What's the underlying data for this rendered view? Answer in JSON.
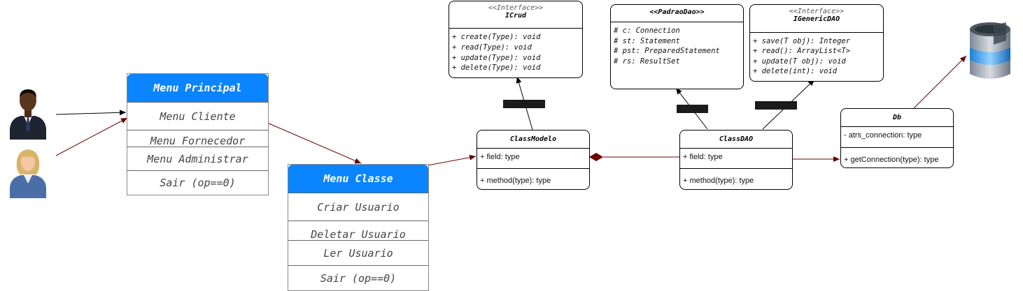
{
  "menus": {
    "principal": {
      "title": "Menu Principal",
      "items": [
        "Menu Cliente",
        "Menu Fornecedor",
        "Menu Administrar",
        "Sair (op==0)"
      ]
    },
    "classe": {
      "title": "Menu Classe",
      "items": [
        "Criar Usuario",
        "Deletar Usuario",
        "Ler Usuario",
        "Sair (op==0)"
      ]
    }
  },
  "classes": {
    "icrud": {
      "stereotype": "<<Interface>>",
      "name": "ICrud",
      "methods": [
        "+ create(Type): void",
        "+ read(Type): void",
        "+ update(Type): void",
        "+ delete(Type): void"
      ]
    },
    "padraodao": {
      "name": "<<PadraoDao>>",
      "attributes": [
        "# c: Connection",
        "# st: Statement",
        "# pst: PreparedStatement",
        "# rs: ResultSet"
      ]
    },
    "igenericdao": {
      "stereotype": "<<Interface>>",
      "name": "IGenericDAO",
      "methods": [
        "+ save(T obj): Integer",
        "+ read(): ArrayList<T>",
        "+ update(T obj): void",
        "+ delete(int): void"
      ]
    },
    "classmodelo": {
      "name": "ClassModelo",
      "field": "+ field: type",
      "method": "+ method(type): type"
    },
    "classdao": {
      "name": "ClassDAO",
      "field": "+ field: type",
      "method": "+ method(type): type"
    },
    "db": {
      "name": "Db",
      "field": "- atrs_connection: type",
      "method": "+ getConnection(type): type"
    }
  },
  "colors": {
    "menu_header": "#0a84ff",
    "association": "#6b0000",
    "edge_label_bg": "#1b1b1b"
  },
  "icons": [
    "businessman-icon",
    "businesswoman-icon",
    "database-icon"
  ]
}
